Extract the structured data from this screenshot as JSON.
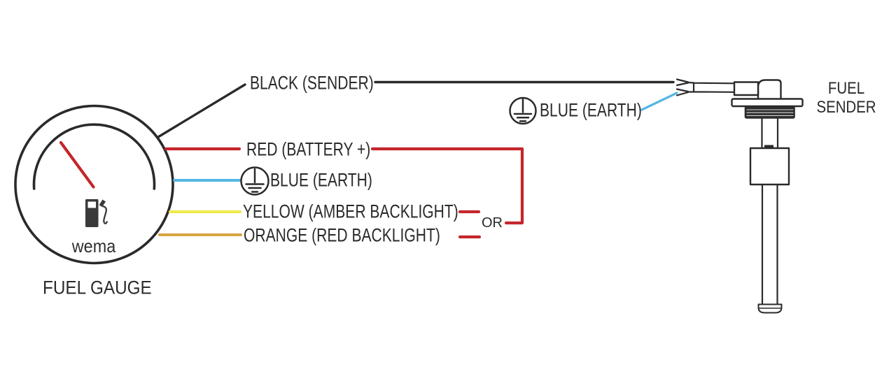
{
  "gauge": {
    "brand": "wema",
    "caption": "FUEL GAUGE"
  },
  "sender": {
    "caption_lines": [
      "FUEL",
      "SENDER"
    ],
    "earth_label": "BLUE (EARTH)"
  },
  "labels": {
    "black": "BLACK (SENDER)",
    "red": "RED (BATTERY +)",
    "blue": "BLUE (EARTH)",
    "yellow": "YELLOW (AMBER BACKLIGHT)",
    "orange": "ORANGE (RED BACKLIGHT)",
    "or": "OR"
  },
  "colors": {
    "ink": "#2a2a2a",
    "red": "#c4262b",
    "blue": "#55b6e2",
    "yellow": "#f1e94e",
    "orange": "#d9a443",
    "needle": "#c4262b",
    "pump_icon": "#3a3a3a"
  }
}
